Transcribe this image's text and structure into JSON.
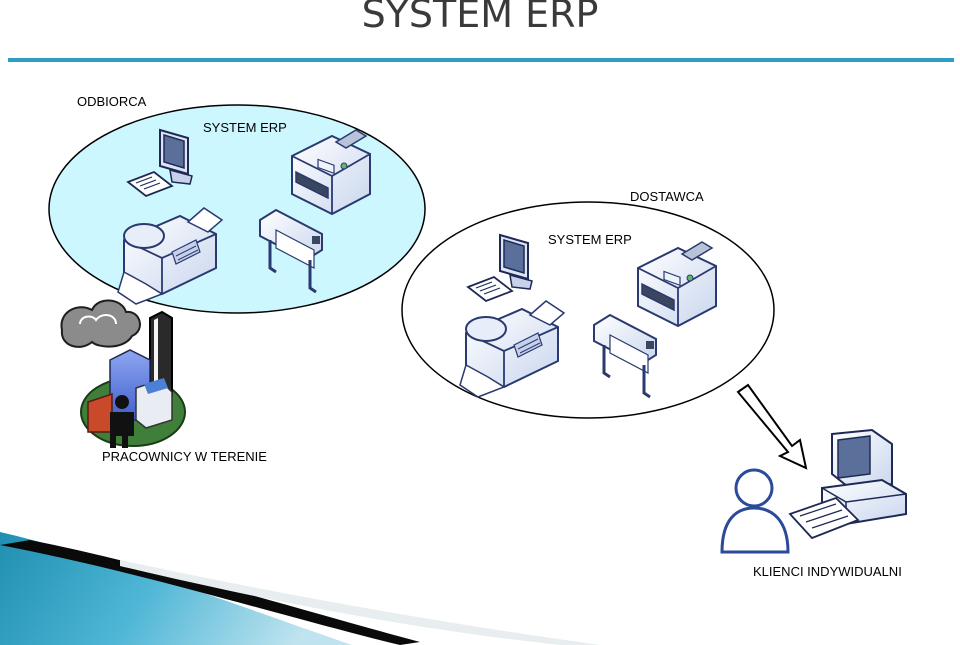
{
  "title": "SYSTEM ERP",
  "labels": {
    "odbiorca": "ODBIORCA",
    "system_erp_1": "SYSTEM ERP",
    "dostawca": "DOSTAWCA",
    "system_erp_2": "SYSTEM ERP",
    "pracownicy": "PRACOWNICY W TERENIE",
    "klienci": "KLIENCI INDYWIDUALNI"
  },
  "colors": {
    "accent_rule": "#2c9fc0",
    "odbiorca_fill": "#ccf7ff",
    "dostawca_fill": "#ffffff"
  },
  "icons": [
    "monitor-icon",
    "keyboard-icon",
    "printer-icon",
    "fax-icon",
    "plotter-icon",
    "clouds-icon",
    "city-icon",
    "worker-icon",
    "arrow-icon",
    "user-icon",
    "desktop-computer-icon"
  ]
}
